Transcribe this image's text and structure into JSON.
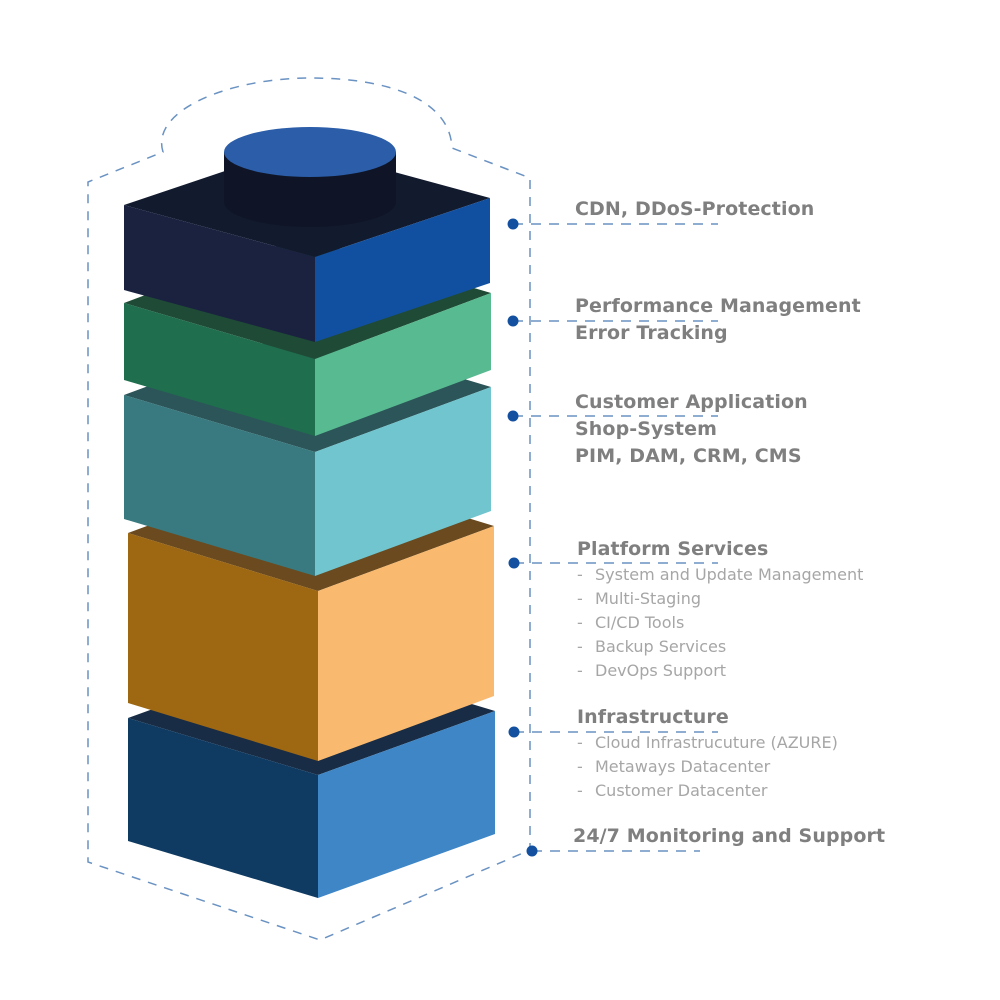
{
  "diagram": {
    "title": "",
    "colors": {
      "connector": "#1351a0",
      "dashed_line": "#6a92c2",
      "label_title": "#7f7f7f",
      "label_item": "#a6a6a6"
    },
    "cap": {
      "top": "#2b5da8",
      "side": "#0f1526"
    },
    "layers": [
      {
        "id": "cdn",
        "top": "#121a2e",
        "left": "#1a2240",
        "right": "#1150a0"
      },
      {
        "id": "performance",
        "top": "#1f4a36",
        "left": "#1f6e4e",
        "right": "#57ba90"
      },
      {
        "id": "application",
        "top": "#2b5558",
        "left": "#387a7f",
        "right": "#70c5cf"
      },
      {
        "id": "platform",
        "top": "#6a4a1e",
        "left": "#9e6711",
        "right": "#f9b96f"
      },
      {
        "id": "infrastructure",
        "top": "#182c45",
        "left": "#0f3b63",
        "right": "#3e86c6"
      }
    ],
    "labels": [
      {
        "id": "cdn",
        "lines": [
          "CDN, DDoS-Protection"
        ],
        "items": []
      },
      {
        "id": "performance",
        "lines": [
          "Performance Management",
          "Error Tracking"
        ],
        "items": []
      },
      {
        "id": "application",
        "lines": [
          "Customer Application",
          "Shop-System",
          "PIM, DAM, CRM, CMS"
        ],
        "items": []
      },
      {
        "id": "platform",
        "lines": [
          "Platform Services"
        ],
        "items": [
          "System and Update Management",
          "Multi-Staging",
          "CI/CD Tools",
          "Backup Services",
          "DevOps Support"
        ]
      },
      {
        "id": "infrastructure",
        "lines": [
          "Infrastructure"
        ],
        "items": [
          "Cloud Infrastrucuture (AZURE)",
          "Metaways Datacenter",
          "Customer Datacenter"
        ]
      },
      {
        "id": "monitoring",
        "lines": [
          "24/7 Monitoring and Support"
        ],
        "items": []
      }
    ],
    "item_bullet": "-"
  }
}
